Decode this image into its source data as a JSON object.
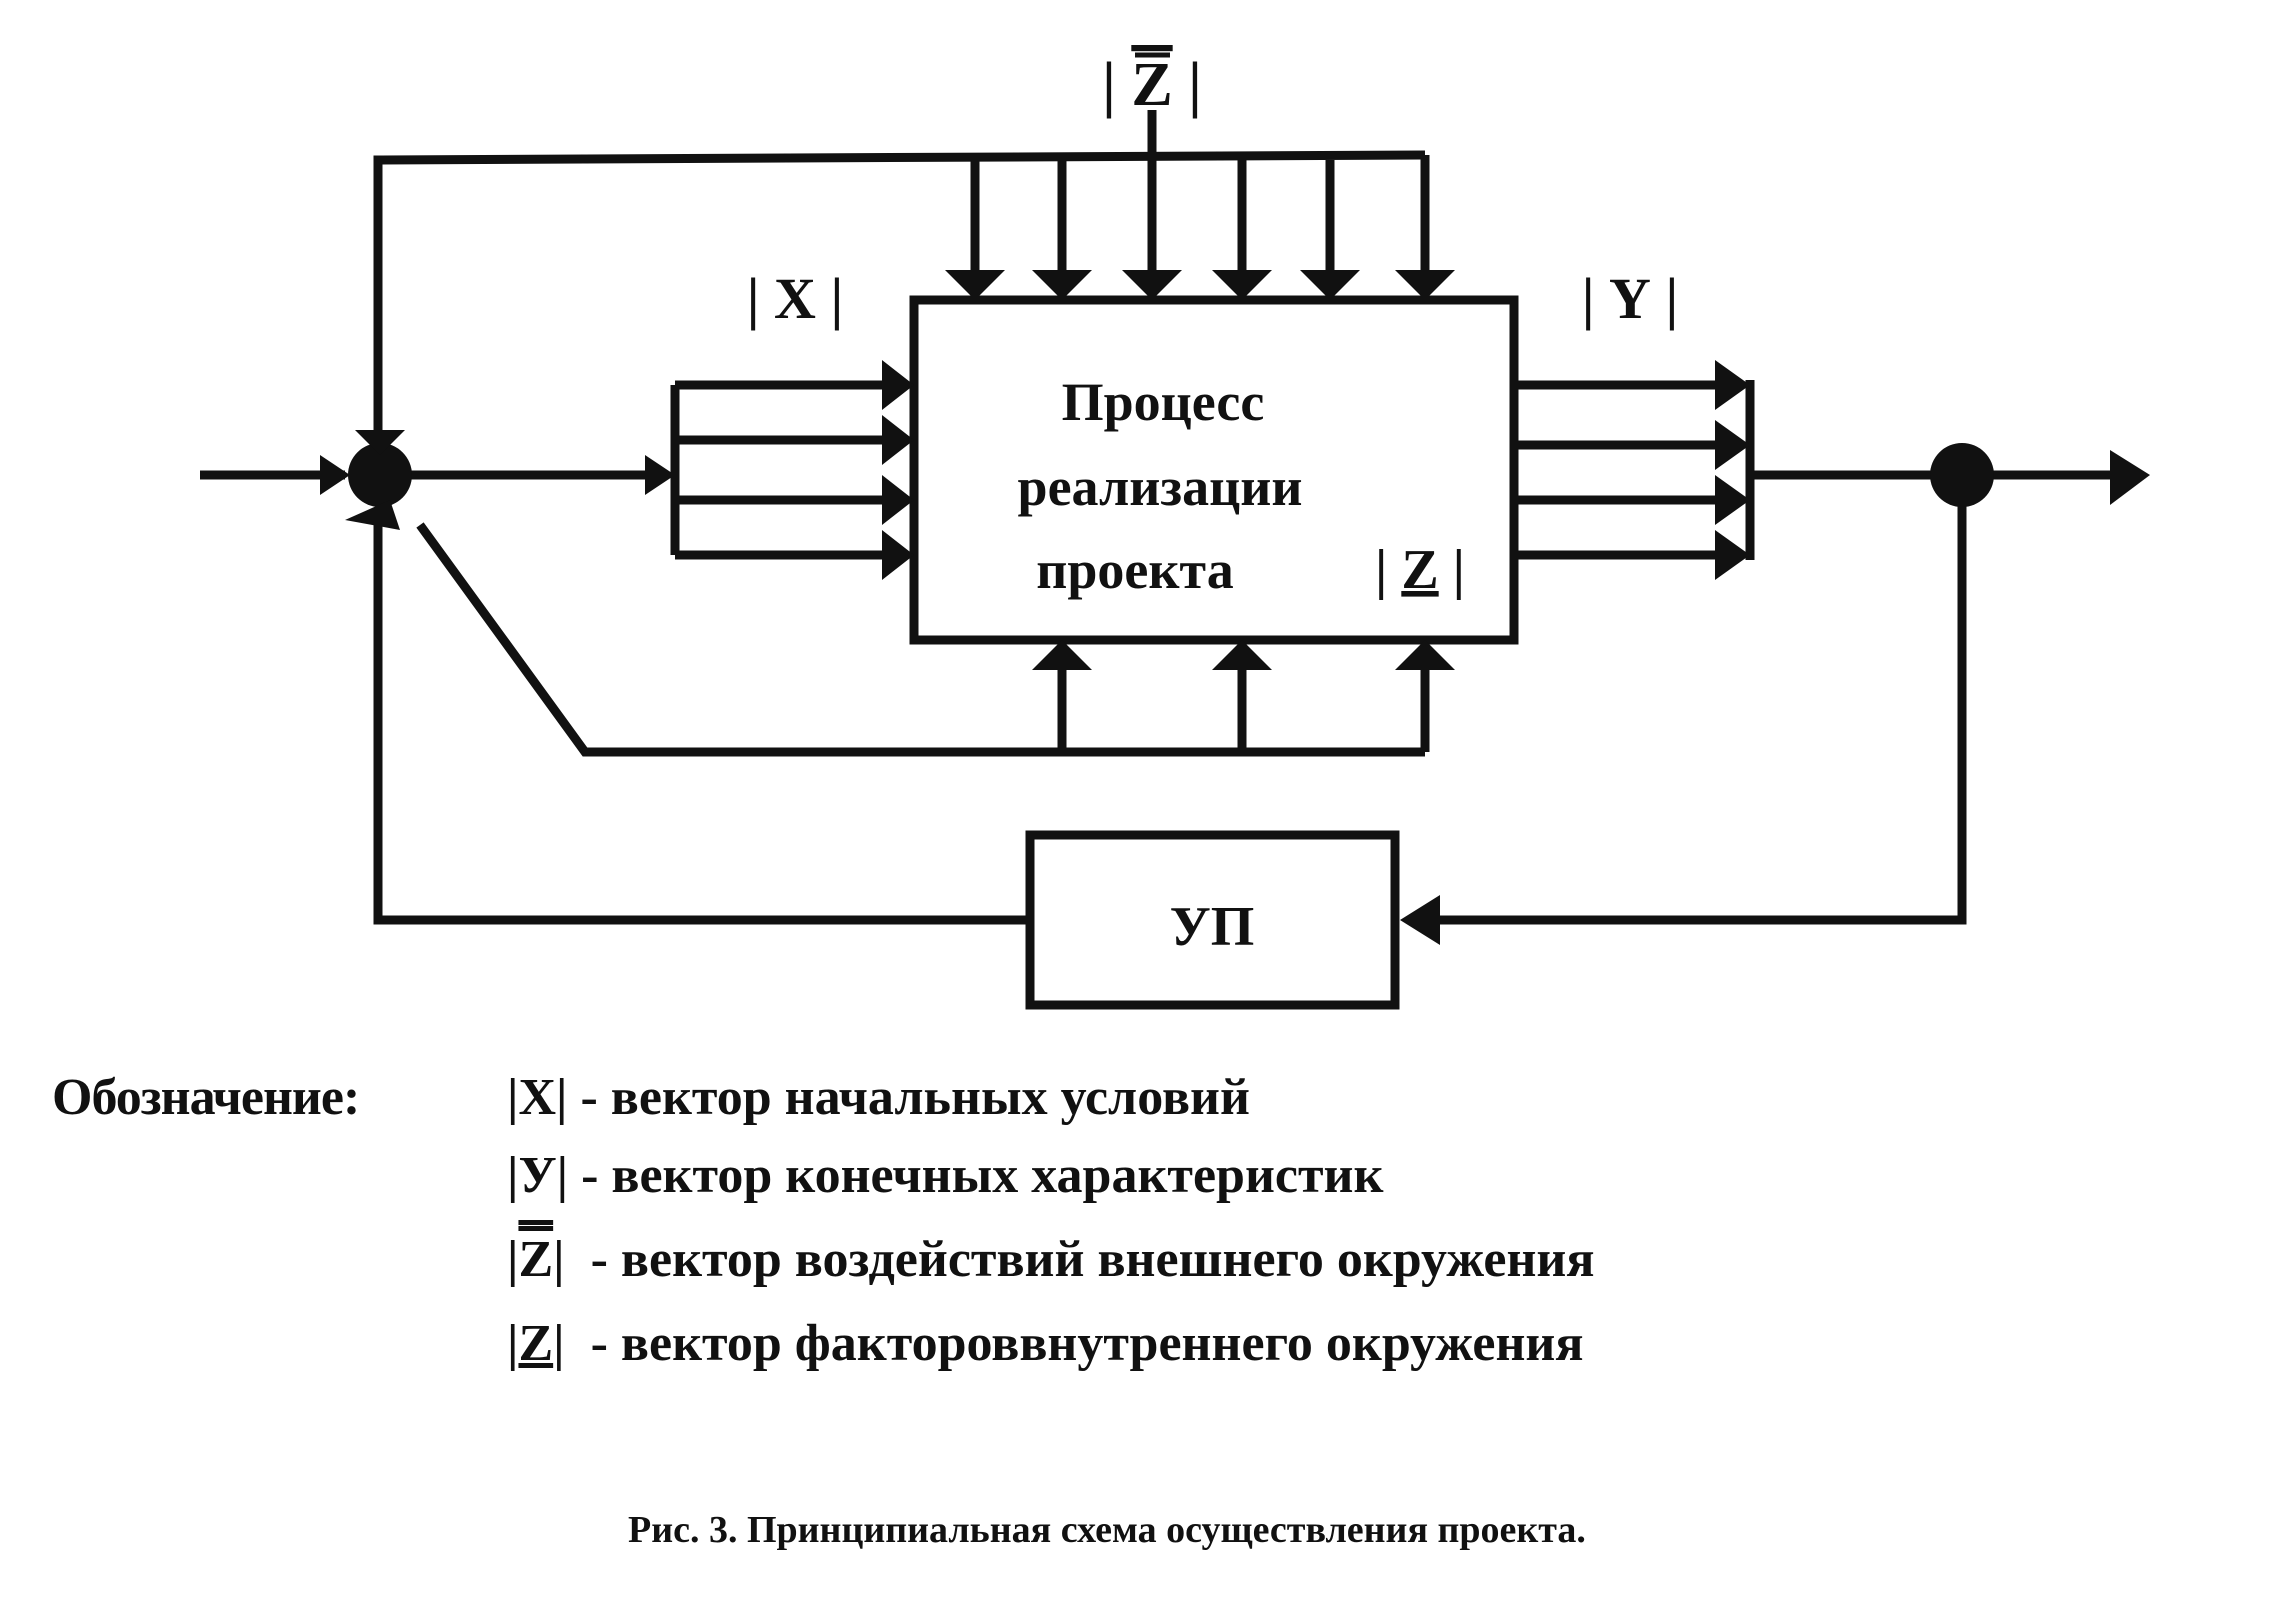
{
  "diagram": {
    "process_box": {
      "lines": [
        "Процесс",
        "реализации",
        "проекта"
      ],
      "internal_symbol": "Z"
    },
    "input_label": "X",
    "output_label": "Y",
    "external_label": "Z",
    "controller_label": "УП"
  },
  "legend": {
    "title": "Обозначение:",
    "items": [
      {
        "symbol": "X",
        "decoration": "none",
        "text": "- вектор начальных условий"
      },
      {
        "symbol": "У",
        "decoration": "none",
        "text": "- вектор конечных характеристик"
      },
      {
        "symbol": "Z",
        "decoration": "overline",
        "text": "- вектор воздействий внешнего окружения"
      },
      {
        "symbol": "Z",
        "decoration": "underline",
        "text": "- вектор фактороввнутреннего окружения"
      }
    ]
  },
  "caption": "Рис. 3.  Принципиальная схема осуществления проекта."
}
